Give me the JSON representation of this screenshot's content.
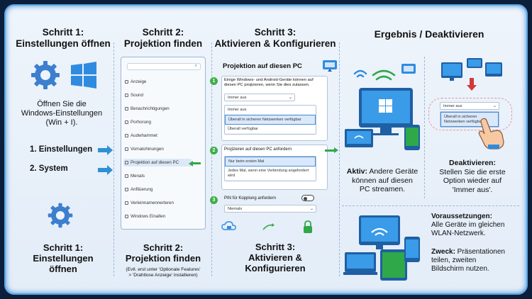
{
  "col1": {
    "title": "Schritt 1:\nEinstellungen öffnen",
    "desc": "Öffnen Sie die\nWindows-Einstellungen\n(Win + I).",
    "step1_label": "1. Einstellungen",
    "step2_label": "2. System",
    "bottom_title": "Schritt 1:\nEinstellungen\nöffnen"
  },
  "col2": {
    "title": "Schritt 2:\nProjektion finden",
    "bottom_title": "Schritt 2:\nProjektion finden",
    "bottom_note": "(Evtl. erst unter 'Optionale Features'\n> 'Drahtlose Anzeige' installieren)",
    "menu_items": [
      "Anzeige",
      "Sound",
      "Benachrichtigungen",
      "Porhorung",
      "Audwhammet",
      "Vornatohinungen",
      "Projektion auf diesen PC",
      "Menals",
      "Anfliüerung",
      "Verleinnamennerteren",
      "Windows Einalten"
    ]
  },
  "col3": {
    "title": "Schritt 3:\nAktivieren & Konfigurieren",
    "panel_title": "Projektion auf diesen PC",
    "s1_text": "Einige Windows- und Android-Geräte können auf diesen PC projizieren, wenn Sie dies zulassen.",
    "s1_selected": "Immer aus",
    "s1_options": [
      "Immer aus",
      "Überall in sicheren Netzwerken verfügbar",
      "Überall verfügbar"
    ],
    "s2_label": "Projizieren auf diesen PC anfordern",
    "s2_options": [
      "Nur beim ersten Mal",
      "Jedes Mal, wenn eine Verbindung angefordert wird"
    ],
    "s3_label": "PIN für Kopplung anfordern",
    "s3_selected": "Niemals",
    "bottom_title": "Schritt 3:\nAktivieren &\nKonfigurieren",
    "num1": "1",
    "num2": "2",
    "num3": "3"
  },
  "col4": {
    "title": "Ergebnis / Deaktivieren",
    "active_bold": "Aktiv:",
    "active_text": " Andere Geräte\nkönnen auf diesen\nPC streamen.",
    "deact_dd_selected": "Immer aus",
    "deact_dd_option": "Überall in sicheren\nNetzwerken verfügbar",
    "deact_bold": "Deaktivieren:",
    "deact_text": "Stellen Sie die erste\nOption wieder auf\n'Immer aus'.",
    "req_bold": "Voraussetzungen:",
    "req_text": "Alle Geräte im gleichen\nWLAN-Netzwerk.",
    "purpose_bold": "Zweck:",
    "purpose_text": " Präsentationen\nteilen, zweiten\nBildschirm nutzen."
  },
  "colors": {
    "accent": "#2f90d6",
    "green": "#3fae49",
    "frame": "#5aa7e6"
  }
}
